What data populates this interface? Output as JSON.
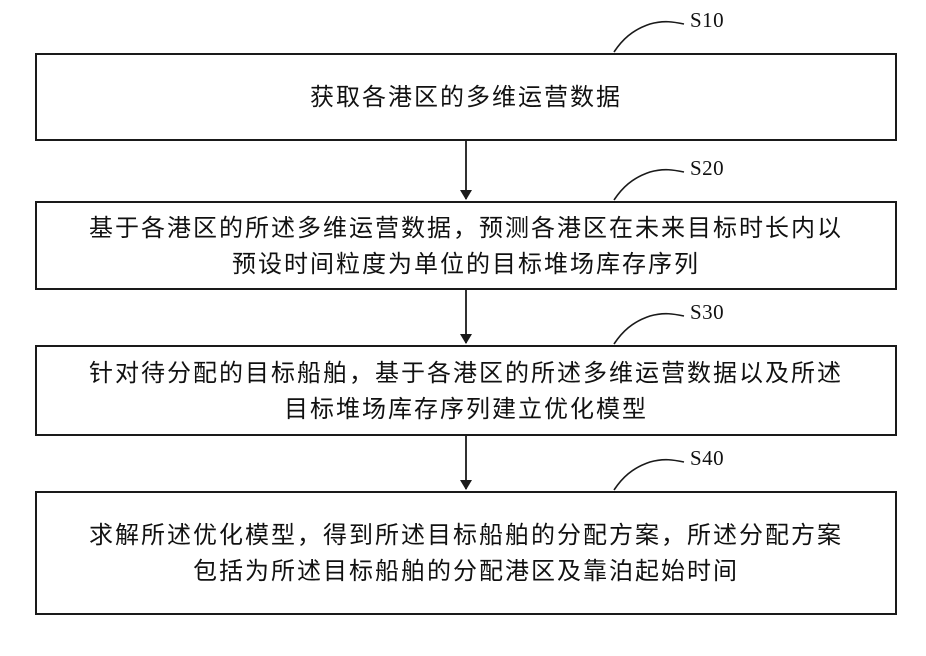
{
  "steps": [
    {
      "label": "S10",
      "text": "获取各港区的多维运营数据"
    },
    {
      "label": "S20",
      "text": "基于各港区的所述多维运营数据，预测各港区在未来目标时长内以\n预设时间粒度为单位的目标堆场库存序列"
    },
    {
      "label": "S30",
      "text": "针对待分配的目标船舶，基于各港区的所述多维运营数据以及所述\n目标堆场库存序列建立优化模型"
    },
    {
      "label": "S40",
      "text": "求解所述优化模型，得到所述目标船舶的分配方案，所述分配方案\n包括为所述目标船舶的分配港区及靠泊起始时间"
    }
  ]
}
